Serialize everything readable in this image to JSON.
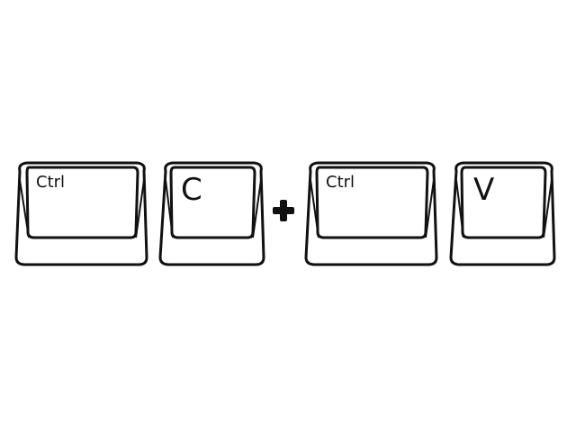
{
  "keys": [
    {
      "label": "Ctrl",
      "icon": "keycap-icon"
    },
    {
      "label": "C",
      "icon": "keycap-icon"
    },
    {
      "label": "Ctrl",
      "icon": "keycap-icon"
    },
    {
      "label": "V",
      "icon": "keycap-icon"
    }
  ],
  "operator": {
    "symbol": "+",
    "icon": "plus-icon"
  },
  "colors": {
    "background": "#ffffff",
    "stroke": "#111111",
    "keycap_fill": "#ffffff"
  }
}
